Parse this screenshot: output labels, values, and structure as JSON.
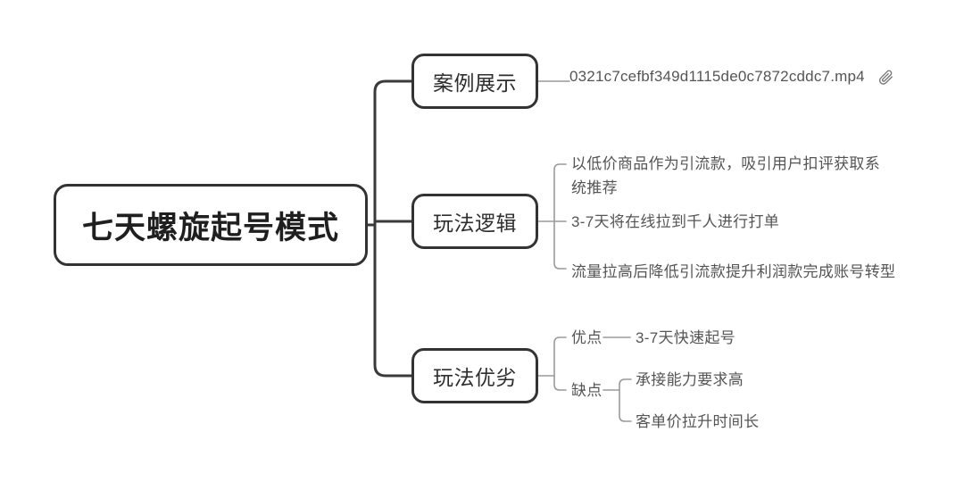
{
  "map": {
    "root": {
      "label": "七天螺旋起号模式"
    },
    "branches": [
      {
        "label": "案例展示",
        "attachment": {
          "filename": "0321c7cefbf349d1115de0c7872cddc7.mp4",
          "icon": "paperclip-icon"
        }
      },
      {
        "label": "玩法逻辑",
        "leaves": [
          "以低价商品作为引流款，吸引用户扣评获取系统推荐",
          "3-7天将在线拉到千人进行打单",
          "流量拉高后降低引流款提升利润款完成账号转型"
        ]
      },
      {
        "label": "玩法优劣",
        "groups": [
          {
            "label": "优点",
            "leaves": [
              "3-7天快速起号"
            ]
          },
          {
            "label": "缺点",
            "leaves": [
              "承接能力要求高",
              "客单价拉升时间长"
            ]
          }
        ]
      }
    ]
  },
  "colors": {
    "background": "#ffffff",
    "node_border": "#333333",
    "root_text": "#1f1f1f",
    "branch_text": "#2e2e2e",
    "leaf_text": "#555555",
    "main_connector": "#3a3a3a",
    "sub_connector": "#9a9a9a"
  }
}
